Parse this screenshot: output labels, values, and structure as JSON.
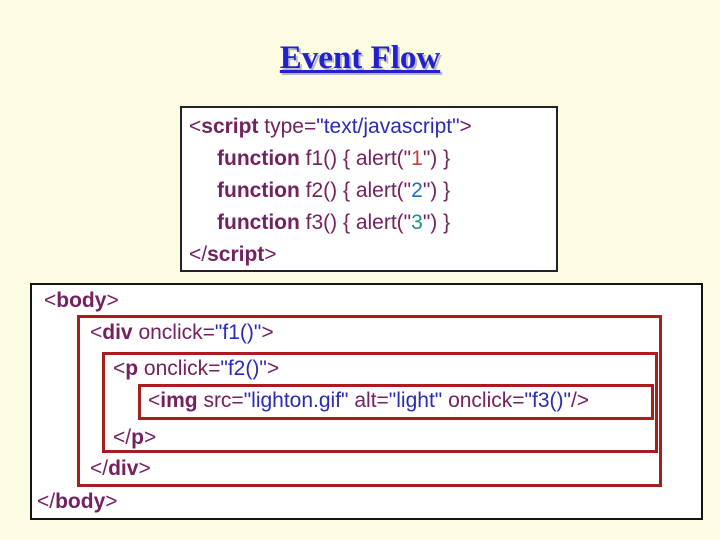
{
  "slide": {
    "title": "Event Flow",
    "colors": {
      "background": "#FCFCE3",
      "box_background": "#FFFFFF",
      "title_blue": "#2121CE",
      "code_maroon": "#732160",
      "attr_value_blue": "#2A2AB8",
      "digit_red": "#C4403C",
      "digit_blue": "#1D6EC8",
      "digit_teal": "#1B9186",
      "script_border": "#262028",
      "body_border": "#141414",
      "red_border": "#A81E1E"
    }
  },
  "script_box": {
    "lines": [
      {
        "name": "script-open",
        "indent": 0,
        "segments": [
          {
            "t": "<",
            "c": "code"
          },
          {
            "t": "script",
            "c": "tag"
          },
          {
            "t": " type=",
            "c": "code"
          },
          {
            "t": "\"text/javascript\"",
            "c": "val"
          },
          {
            "t": ">",
            "c": "code"
          }
        ]
      },
      {
        "name": "function-f1",
        "indent": 1,
        "segments": [
          {
            "t": "function",
            "c": "tag"
          },
          {
            "t": " f1() { alert(\"",
            "c": "code"
          },
          {
            "t": "1",
            "c": "red"
          },
          {
            "t": "\") }",
            "c": "code"
          }
        ]
      },
      {
        "name": "function-f2",
        "indent": 1,
        "segments": [
          {
            "t": "function",
            "c": "tag"
          },
          {
            "t": " f2() { alert(\"",
            "c": "code"
          },
          {
            "t": "2",
            "c": "blue"
          },
          {
            "t": "\") }",
            "c": "code"
          }
        ]
      },
      {
        "name": "function-f3",
        "indent": 1,
        "segments": [
          {
            "t": "function",
            "c": "tag"
          },
          {
            "t": " f3() { alert(\"",
            "c": "code"
          },
          {
            "t": "3",
            "c": "teal"
          },
          {
            "t": "\") }",
            "c": "code"
          }
        ]
      },
      {
        "name": "script-close",
        "indent": 0,
        "segments": [
          {
            "t": "</",
            "c": "code"
          },
          {
            "t": "script",
            "c": "tag"
          },
          {
            "t": ">",
            "c": "code"
          }
        ]
      }
    ]
  },
  "body_box": {
    "open_line": [
      {
        "t": "<",
        "c": "code"
      },
      {
        "t": "body",
        "c": "tag"
      },
      {
        "t": ">",
        "c": "code"
      }
    ],
    "close_line": [
      {
        "t": "</",
        "c": "code"
      },
      {
        "t": "body",
        "c": "tag"
      },
      {
        "t": ">",
        "c": "code"
      }
    ],
    "div_box": {
      "open_line": [
        {
          "t": "<",
          "c": "code"
        },
        {
          "t": "div",
          "c": "tag"
        },
        {
          "t": " onclick=",
          "c": "code"
        },
        {
          "t": "\"f1()\"",
          "c": "val"
        },
        {
          "t": ">",
          "c": "code"
        }
      ],
      "close_line": [
        {
          "t": "</",
          "c": "code"
        },
        {
          "t": "div",
          "c": "tag"
        },
        {
          "t": ">",
          "c": "code"
        }
      ],
      "p_box": {
        "open_line": [
          {
            "t": "<",
            "c": "code"
          },
          {
            "t": "p",
            "c": "tag"
          },
          {
            "t": " onclick=",
            "c": "code"
          },
          {
            "t": "\"f2()\"",
            "c": "val"
          },
          {
            "t": ">",
            "c": "code"
          }
        ],
        "close_line": [
          {
            "t": "</",
            "c": "code"
          },
          {
            "t": "p",
            "c": "tag"
          },
          {
            "t": ">",
            "c": "code"
          }
        ],
        "img_box": {
          "line": [
            {
              "t": "<",
              "c": "code"
            },
            {
              "t": "img",
              "c": "tag"
            },
            {
              "t": " src=",
              "c": "code"
            },
            {
              "t": "\"lighton.gif\"",
              "c": "val"
            },
            {
              "t": " alt=",
              "c": "code"
            },
            {
              "t": "\"light\"",
              "c": "val"
            },
            {
              "t": " onclick=",
              "c": "code"
            },
            {
              "t": "\"f3()\"",
              "c": "val"
            },
            {
              "t": "/>",
              "c": "code"
            }
          ]
        }
      }
    }
  }
}
